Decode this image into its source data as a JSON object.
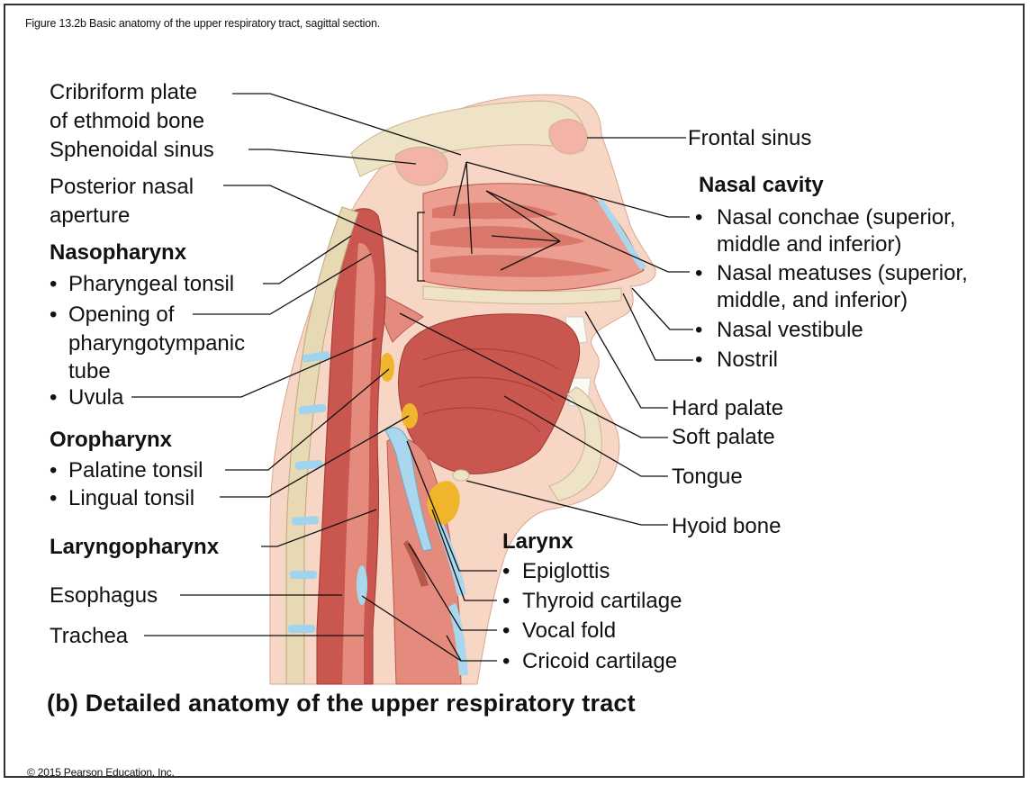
{
  "caption": "Figure 13.2b Basic anatomy of the upper respiratory tract, sagittal section.",
  "copyright": "© 2015 Pearson Education, Inc.",
  "subtitle": "(b) Detailed anatomy of the upper respiratory tract",
  "left_labels": {
    "cribriform_1": "Cribriform plate",
    "cribriform_2": "of ethmoid bone",
    "sphenoidal": "Sphenoidal sinus",
    "posterior_1": "Posterior nasal",
    "posterior_2": "aperture",
    "nasopharynx_header": "Nasopharynx",
    "pharyngeal_tonsil": "Pharyngeal tonsil",
    "opening_1": "Opening of",
    "opening_2": "pharyngotympanic",
    "opening_3": "tube",
    "uvula": "Uvula",
    "oropharynx_header": "Oropharynx",
    "palatine_tonsil": "Palatine tonsil",
    "lingual_tonsil": "Lingual tonsil",
    "laryngopharynx_header": "Laryngopharynx",
    "esophagus": "Esophagus",
    "trachea": "Trachea"
  },
  "right_labels": {
    "frontal_sinus": "Frontal sinus",
    "nasal_cavity_header": "Nasal cavity",
    "conchae_1": "Nasal conchae (superior,",
    "conchae_2": "middle and inferior)",
    "meatuses_1": "Nasal meatuses (superior,",
    "meatuses_2": "middle, and inferior)",
    "vestibule": "Nasal vestibule",
    "nostril": "Nostril",
    "hard_palate": "Hard palate",
    "soft_palate": "Soft palate",
    "tongue": "Tongue",
    "hyoid_bone": "Hyoid bone"
  },
  "larynx_labels": {
    "header": "Larynx",
    "epiglottis": "Epiglottis",
    "thyroid": "Thyroid cartilage",
    "vocal_fold": "Vocal fold",
    "cricoid": "Cricoid cartilage"
  },
  "bullet": "•",
  "colors": {
    "muscle": "#c9564f",
    "muscle_light": "#e58b7d",
    "mucosa": "#f3b3a6",
    "bone": "#efe3c7",
    "skin": "#f7d6c6",
    "cartilage": "#a9d8ee",
    "fat": "#f1b52c",
    "vertebra": "#e8d9b5",
    "disc": "#9fd3ee"
  }
}
